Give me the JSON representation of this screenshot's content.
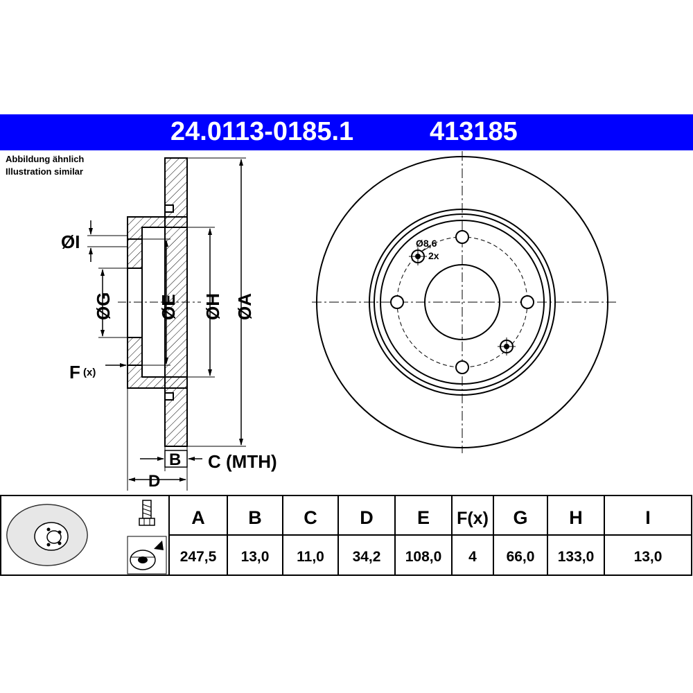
{
  "header": {
    "part_number": "24.0113-0185.1",
    "reference": "413185",
    "background": "#0000ff"
  },
  "note": {
    "line1": "Abbildung ähnlich",
    "line2": "Illustration similar"
  },
  "section_labels": {
    "I": "ØI",
    "G": "ØG",
    "E": "ØE",
    "H": "ØH",
    "A": "ØA",
    "F": "F",
    "F_sub": "(x)",
    "B": "B",
    "C": "C (MTH)",
    "D": "D"
  },
  "front_view": {
    "hole_label": "Ø8,6",
    "hole_count": "2x",
    "bolt_holes": 4
  },
  "table": {
    "icons": [
      "brake-disc-icon",
      "bolt-icon",
      "screw-hole-icon"
    ],
    "headers": [
      "A",
      "B",
      "C",
      "D",
      "E",
      "F(x)",
      "G",
      "H",
      "I"
    ],
    "values": [
      "247,5",
      "13,0",
      "11,0",
      "34,2",
      "108,0",
      "4",
      "66,0",
      "133,0",
      "13,0"
    ]
  }
}
